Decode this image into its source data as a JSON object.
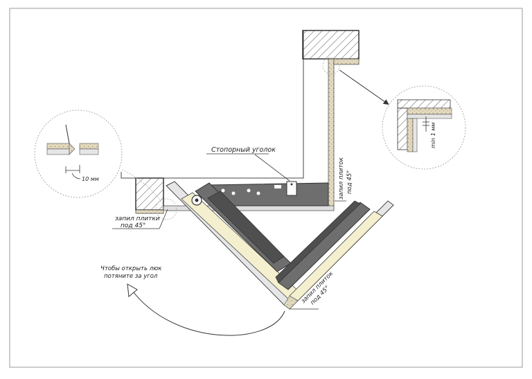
{
  "labels": {
    "stop_corner": "Стопорный уголок",
    "tile_cut_left_1": "запил плитки",
    "tile_cut_left_2": "под 45°",
    "tile_cut_right_1": "запил плиток",
    "tile_cut_right_2": "под 45°",
    "tile_cut_bottom_1": "запил плиток",
    "tile_cut_bottom_2": "под 45°",
    "open_hint_1": "Чтобы открыть люк",
    "open_hint_2": "потяните за угол",
    "gap_left": "10 мм",
    "gap_right": "min 1 мм"
  },
  "colors": {
    "hatch_stroke": "#555555",
    "wall_stroke": "#444444",
    "panel_dark": "#6e6e6e",
    "panel_light": "#f4f0cf",
    "frame_gray": "#d9d9d9",
    "tile_speckle": "#d8cfb2"
  }
}
